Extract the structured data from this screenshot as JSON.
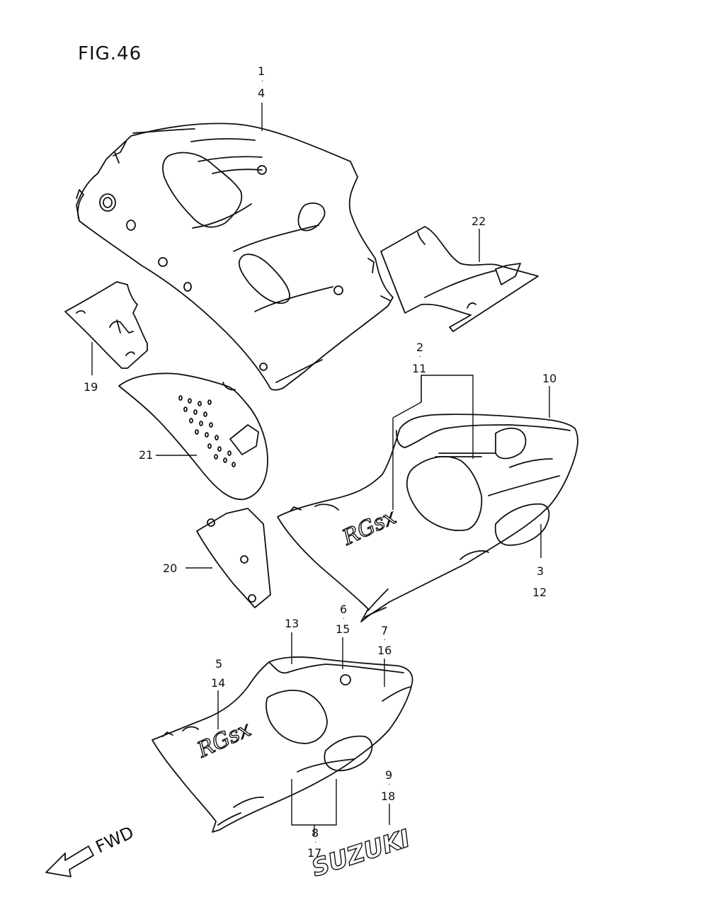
{
  "figure": {
    "title": "FIG.46",
    "direction_label": "FWD",
    "brand_marking": "SUZUKI"
  },
  "callouts": {
    "c1": "1",
    "c4": "4",
    "c22": "22",
    "c2": "2",
    "c11": "11",
    "c10": "10",
    "c19": "19",
    "c21": "21",
    "c3": "3",
    "c12": "12",
    "c20": "20",
    "c13": "13",
    "c6": "6",
    "c15": "15",
    "c7": "7",
    "c16": "16",
    "c5": "5",
    "c14": "14",
    "c9": "9",
    "c18": "18",
    "c8": "8",
    "c17": "17"
  },
  "colors": {
    "line": "#111111",
    "background": "#ffffff"
  },
  "icons": {
    "direction_arrow": "arrow-left-down-icon"
  }
}
